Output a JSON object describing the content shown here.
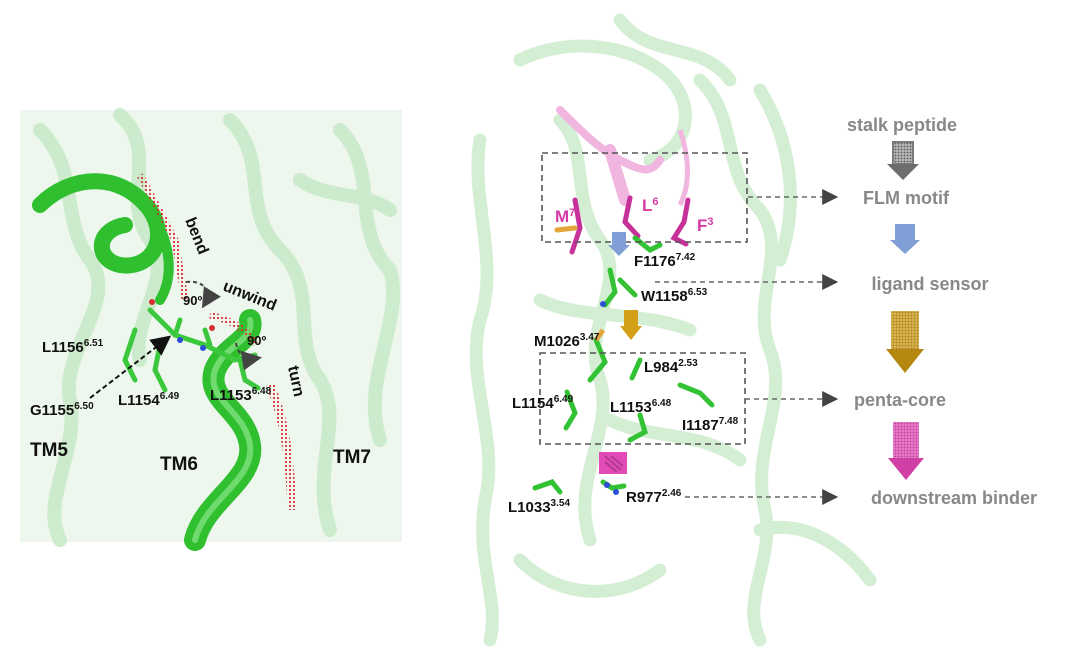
{
  "left_panel": {
    "helices": {
      "tm5": "TM5",
      "tm6": "TM6",
      "tm7": "TM7"
    },
    "motions": {
      "bend": "bend",
      "unwind": "unwind",
      "turn": "turn",
      "angle1": "90º",
      "angle2": "90º"
    },
    "residues": [
      {
        "name": "L1156",
        "pos": "6.51"
      },
      {
        "name": "G1155",
        "pos": "6.50"
      },
      {
        "name": "L1154",
        "pos": "6.49"
      },
      {
        "name": "L1153",
        "pos": "6.48"
      }
    ]
  },
  "right_panel": {
    "flm_letters": {
      "m": "M",
      "m_sup": "7",
      "l": "L",
      "l_sup": "6",
      "f": "F",
      "f_sup": "3"
    },
    "residues": {
      "f1176": {
        "name": "F1176",
        "pos": "7.42"
      },
      "w1158": {
        "name": "W1158",
        "pos": "6.53"
      },
      "m1026": {
        "name": "M1026",
        "pos": "3.47"
      },
      "l984": {
        "name": "L984",
        "pos": "2.53"
      },
      "l1154": {
        "name": "L1154",
        "pos": "6.49"
      },
      "l1153": {
        "name": "L1153",
        "pos": "6.48"
      },
      "i1187": {
        "name": "I1187",
        "pos": "7.48"
      },
      "l1033": {
        "name": "L1033",
        "pos": "3.54"
      },
      "r977": {
        "name": "R977",
        "pos": "2.46"
      }
    }
  },
  "flow": {
    "stalk": "stalk peptide",
    "flm": "FLM motif",
    "ligand": "ligand sensor",
    "penta": "penta-core",
    "downstream": "downstream binder"
  },
  "colors": {
    "helix_bg": "#cdeccd",
    "helix_green": "#35c935",
    "magenta": "#d63aa6",
    "gray_arrow": "#7a7a7a",
    "blue_arrow": "#7f9fd6",
    "gold_arrow": "#c99812",
    "pink_arrow": "#e24bb5",
    "dotted_red": "#d63030"
  }
}
